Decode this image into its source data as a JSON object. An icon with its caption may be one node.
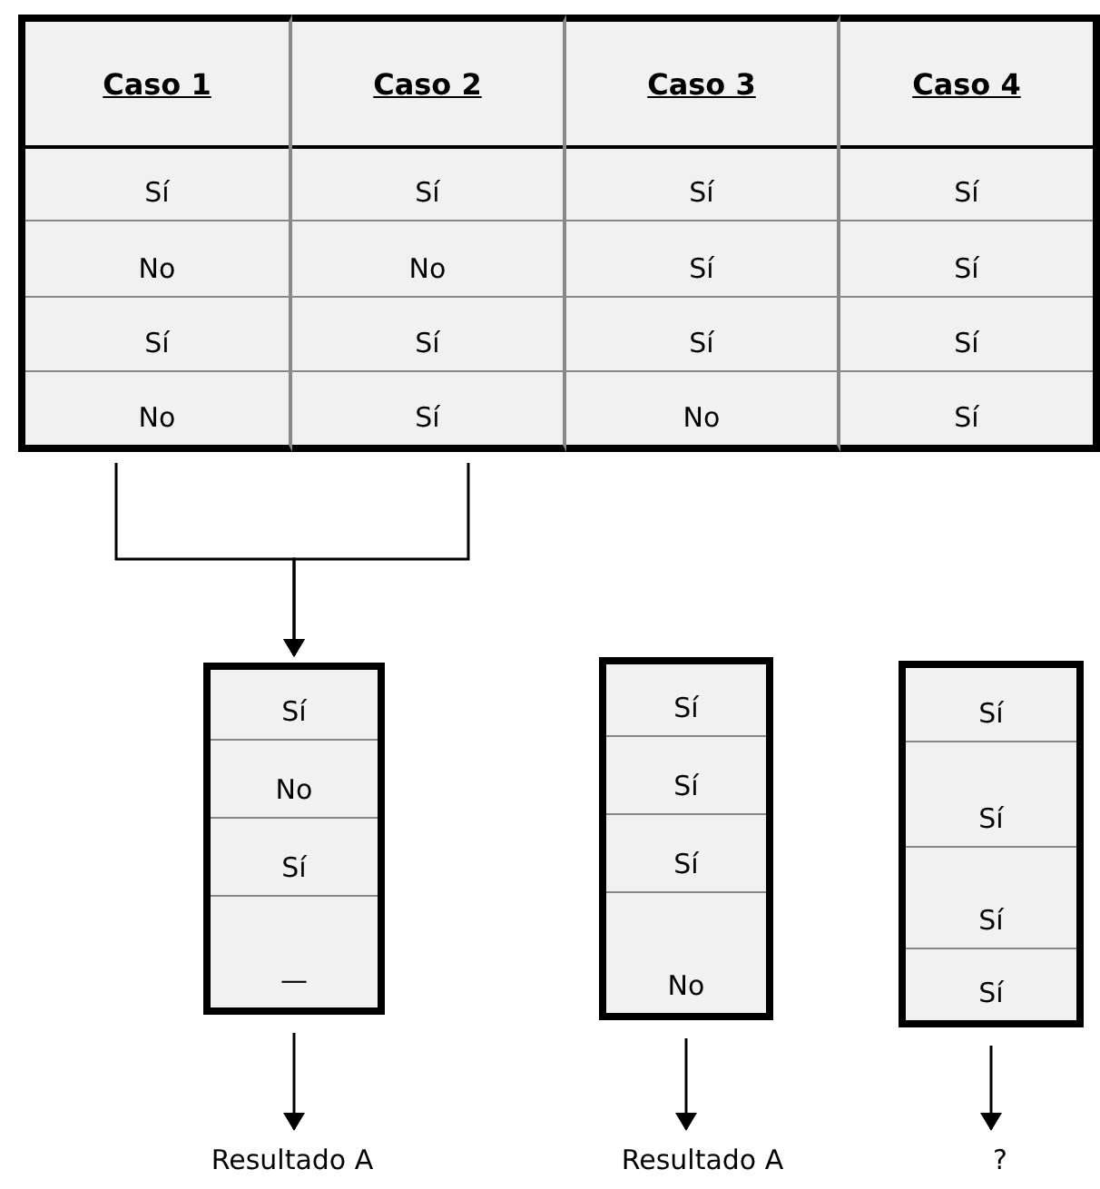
{
  "diagram": {
    "nodes": [
      {
        "text": [
          "Caso 1",
          "Sí",
          "No",
          "Sí",
          "No"
        ]
      },
      {
        "text": [
          "Caso 2",
          "Sí",
          "No",
          "Sí",
          "Sí"
        ]
      },
      {
        "text": [
          "Caso 3",
          "Sí",
          "Sí",
          "Sí",
          "No"
        ]
      },
      {
        "text": [
          "Caso 4",
          "Sí",
          "Sí",
          "Sí",
          "Sí"
        ]
      },
      {
        "text": [
          "Sí",
          "No",
          "Sí",
          "—"
        ]
      },
      {
        "text": [
          "Sí",
          "Sí",
          "Sí",
          "No"
        ]
      },
      {
        "text": [
          "Sí",
          "Sí",
          "Sí",
          "Sí"
        ]
      },
      {
        "text": [
          "Resultado A"
        ]
      },
      {
        "text": [
          "Resultado A"
        ]
      },
      {
        "text": [
          "?"
        ]
      }
    ],
    "edges": [
      {
        "from": 0,
        "to": 4,
        "arrow": "to"
      },
      {
        "from": 1,
        "to": 4,
        "arrow": "to"
      },
      {
        "from": 4,
        "to": 7,
        "arrow": "to"
      },
      {
        "from": 5,
        "to": 8,
        "arrow": "to"
      },
      {
        "from": 6,
        "to": 9,
        "arrow": "to"
      }
    ]
  }
}
